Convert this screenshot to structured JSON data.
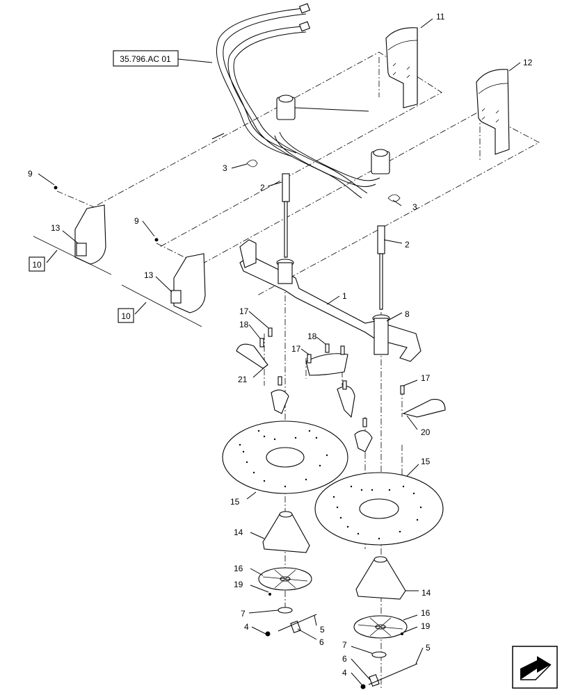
{
  "diagram": {
    "reference_box": "35.796.AC 01",
    "kit_boxes": [
      "10",
      "10"
    ],
    "callouts": {
      "c1": "1",
      "c2a": "2",
      "c2b": "2",
      "c3a": "3",
      "c3b": "3",
      "c4a": "4",
      "c4b": "4",
      "c5a": "5",
      "c5b": "5",
      "c6a": "6",
      "c6b": "6",
      "c7a": "7",
      "c7b": "7",
      "c8": "8",
      "c9a": "9",
      "c9b": "9",
      "c11": "11",
      "c12": "12",
      "c13a": "13",
      "c13b": "13",
      "c14a": "14",
      "c14b": "14",
      "c15a": "15",
      "c15b": "15",
      "c16a": "16",
      "c16b": "16",
      "c17a": "17",
      "c17b": "17",
      "c17c": "17",
      "c18a": "18",
      "c18b": "18",
      "c19a": "19",
      "c19b": "19",
      "c20": "20",
      "c21": "21"
    }
  },
  "navigation": {
    "icon": "next-page-arrow-icon"
  }
}
